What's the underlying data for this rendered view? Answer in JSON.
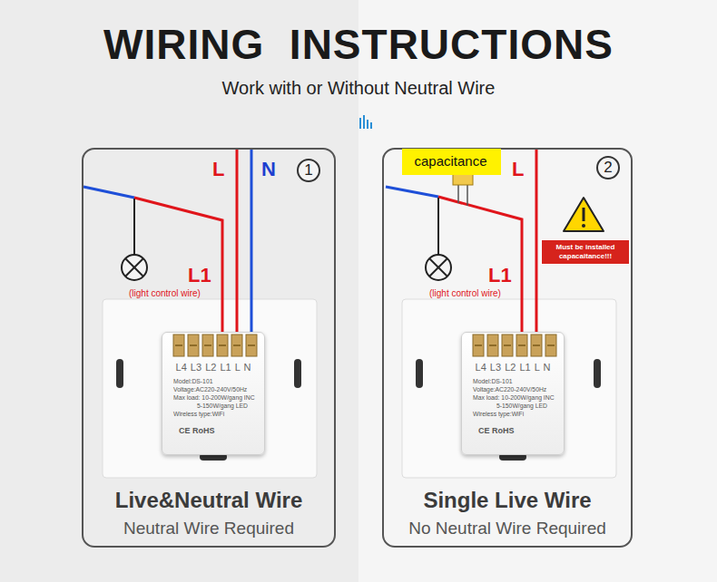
{
  "diagram": {
    "title": "WIRING  INSTRUCTIONS",
    "caption": "Work with or Without Neutral Wire",
    "nodes": [
      {
        "text": [
          "Live&Neutral Wire",
          "Neutral Wire Required"
        ]
      },
      {
        "text": [
          "1"
        ],
        "in": 0
      },
      {
        "text": [
          "L4 L3 L2 L1 L N",
          "Model:DS-101",
          "Voltage:AC220-240V/50Hz",
          "Max load: 10-200W/gang INC",
          "5-150W/gang LED",
          "Wireless type:WiFi",
          "CE RoHS"
        ],
        "in": 0
      },
      {
        "text": [
          "Single Live Wire",
          "No Neutral Wire Required"
        ]
      },
      {
        "text": [
          "2"
        ],
        "in": 3
      },
      {
        "text": [
          "capacitance"
        ],
        "in": 3
      },
      {
        "text": [
          "Must be installed capacaitance!!!"
        ],
        "in": 3
      },
      {
        "text": [
          "L4 L3 L2 L1 L N",
          "Model:DS-101",
          "Voltage:AC220-240V/50Hz",
          "Max load: 10-200W/gang INC",
          "5-150W/gang LED",
          "Wireless type:WiFi",
          "CE RoHS"
        ],
        "in": 3
      }
    ],
    "labels": [
      "L",
      "N",
      "L1",
      "(light control wire)",
      "L",
      "L1",
      "(light control wire)"
    ]
  }
}
